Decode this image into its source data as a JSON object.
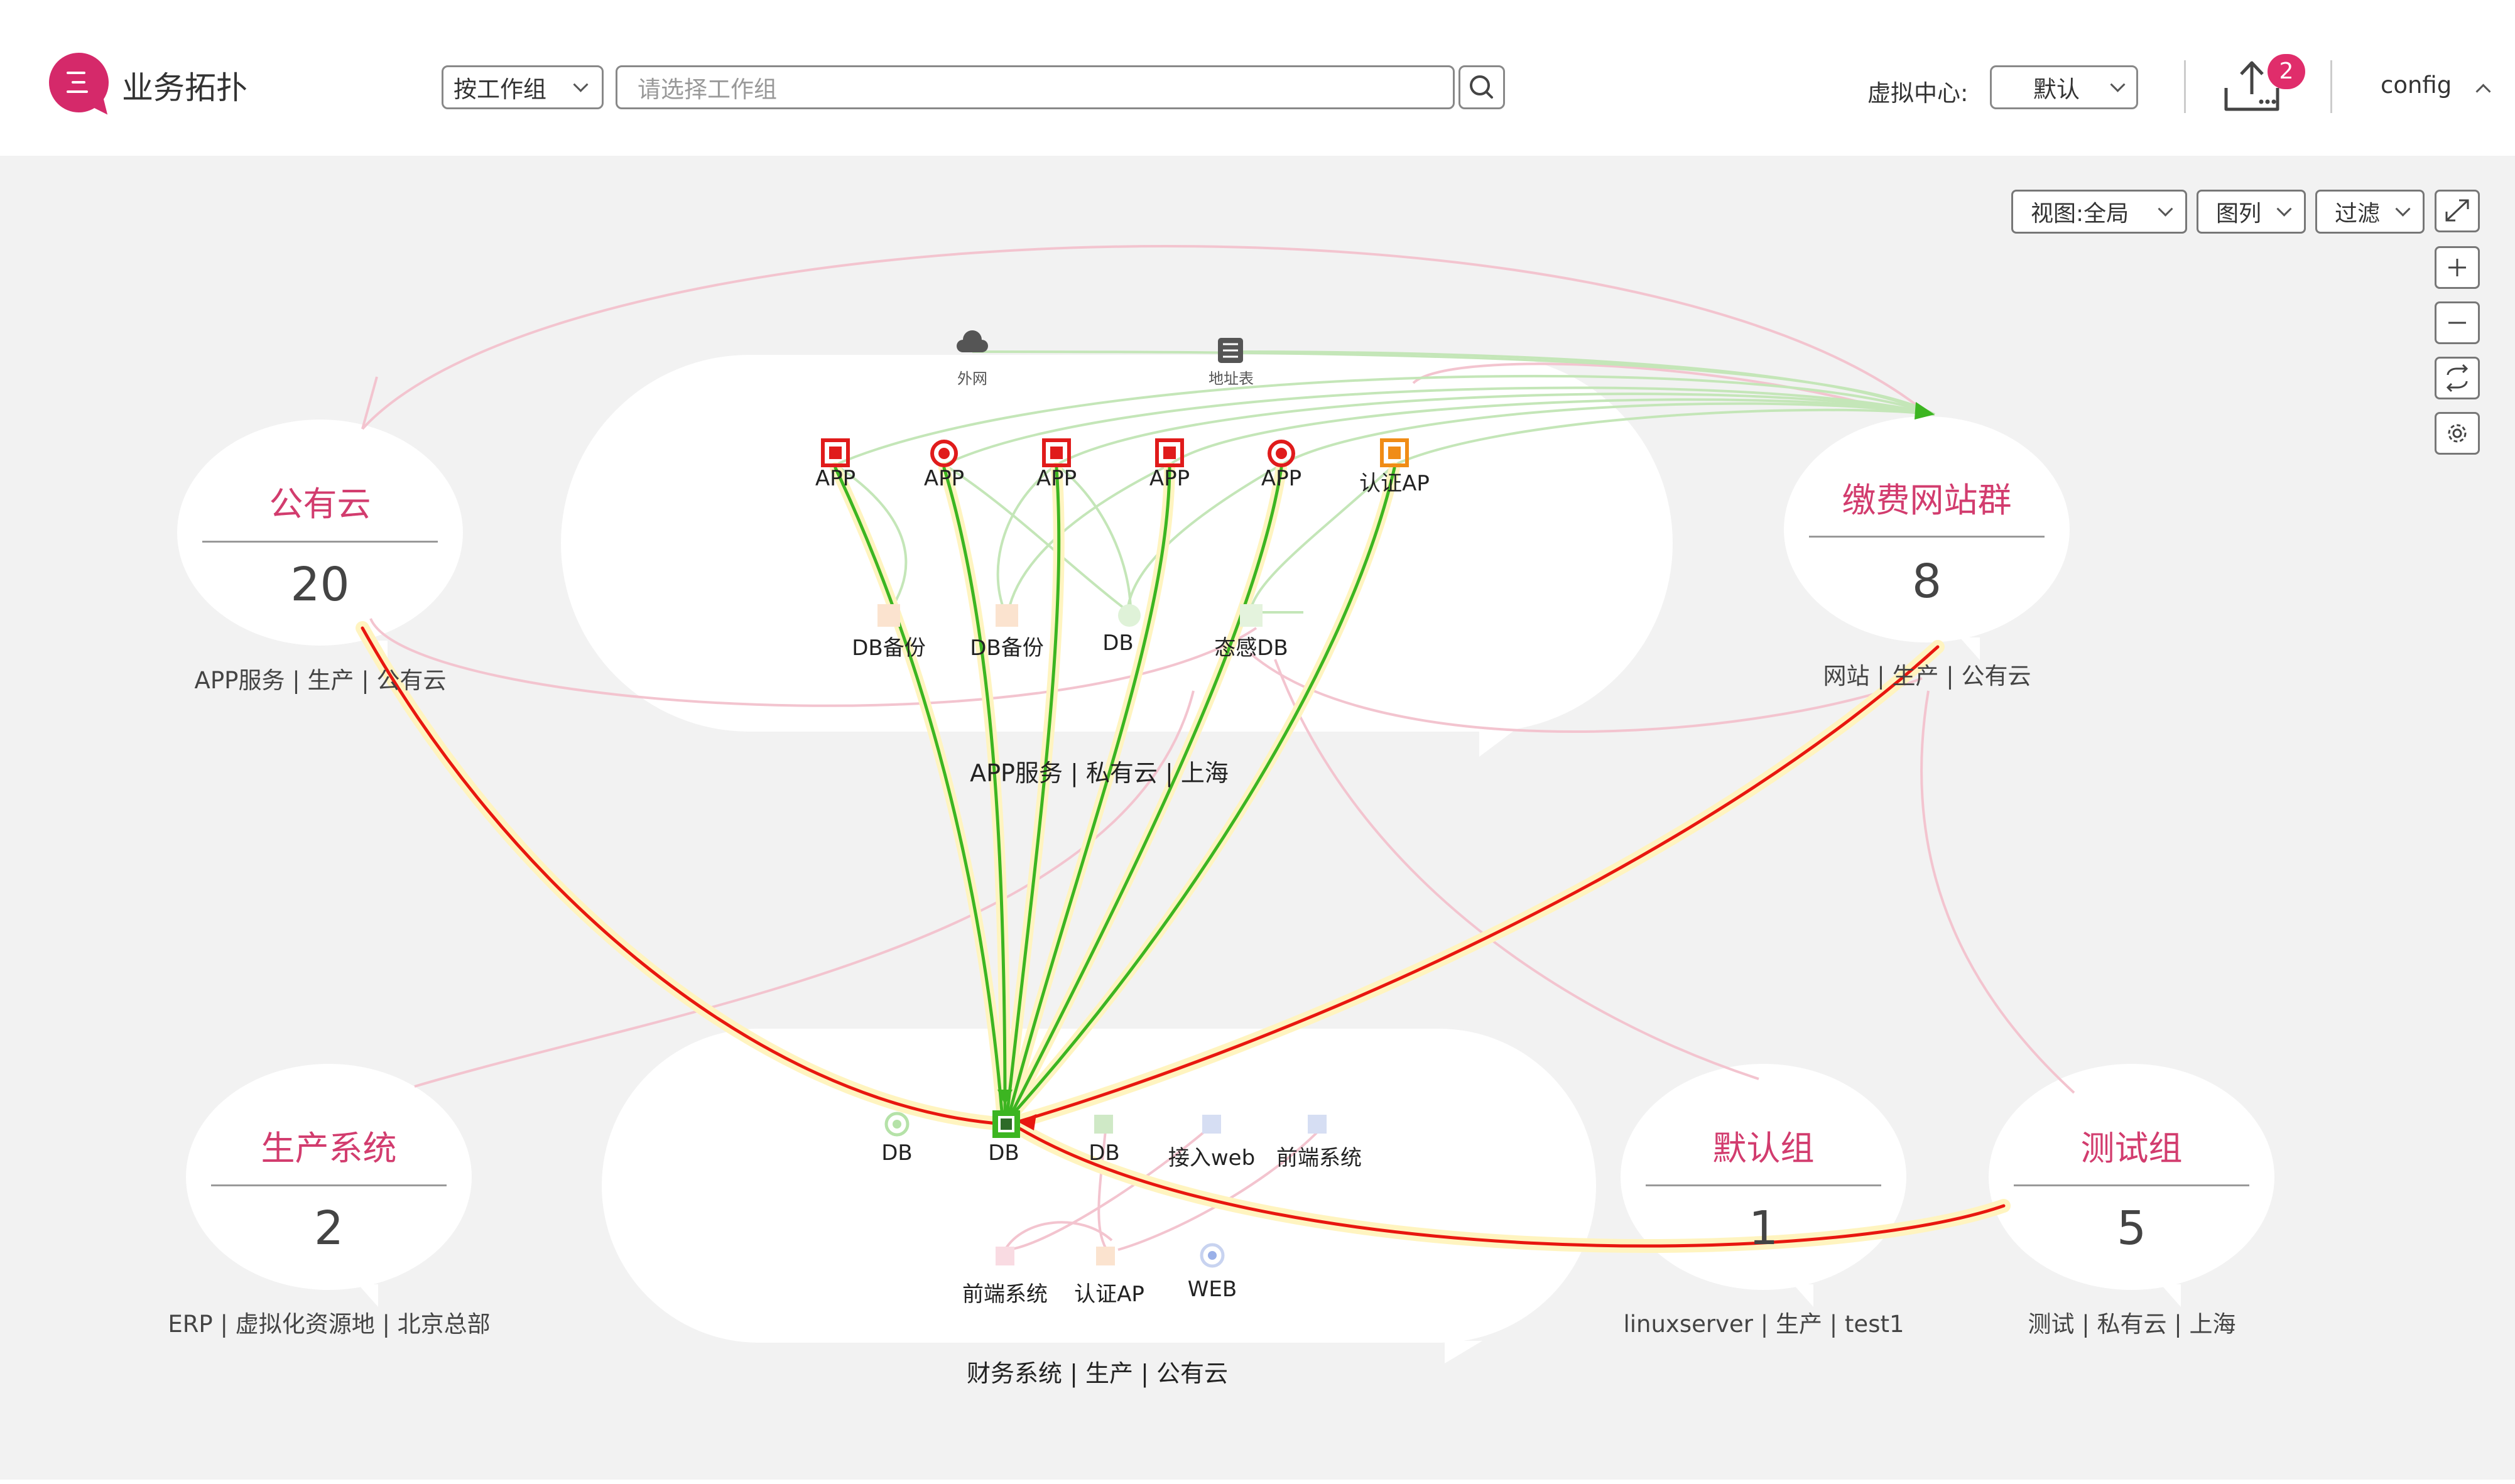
{
  "header": {
    "app_title": "业务拓扑",
    "group_mode_select": "按工作组",
    "search_placeholder": "请选择工作组",
    "virtual_center_label": "虚拟中心:",
    "virtual_center_value": "默认",
    "notification_count": "2",
    "user": "config"
  },
  "view_controls": {
    "view_select": "视图:全局",
    "legend_select": "图列",
    "filter_select": "过滤"
  },
  "bubbles": [
    {
      "title": "公有云",
      "count": "20",
      "subtitle": "APP服务 | 生产 | 公有云"
    },
    {
      "title": "缴费网站群",
      "count": "8",
      "subtitle": "网站 | 生产 | 公有云"
    },
    {
      "title": "生产系统",
      "count": "2",
      "subtitle": "ERP | 虚拟化资源地 | 北京总部"
    },
    {
      "title": "默认组",
      "count": "1",
      "subtitle": "linuxserver | 生产 | test1"
    },
    {
      "title": "测试组",
      "count": "5",
      "subtitle": "测试 | 私有云 | 上海"
    }
  ],
  "groups": [
    {
      "label": "APP服务 | 私有云 | 上海"
    },
    {
      "label": "财务系统 | 生产 | 公有云"
    }
  ],
  "top_group_nodes": {
    "external": [
      "外网",
      "地址表"
    ],
    "row1": [
      "APP",
      "APP",
      "APP",
      "APP",
      "APP",
      "认证AP"
    ],
    "row2": [
      "DB备份",
      "DB备份",
      "DB",
      "态感DB"
    ]
  },
  "bottom_group_nodes": {
    "row1": [
      "DB",
      "DB",
      "DB",
      "接入web",
      "前端系统"
    ],
    "row2": [
      "前端系统",
      "认证AP",
      "WEB"
    ]
  },
  "colors": {
    "accent": "#d5296a",
    "bubble_title": "#d23c6e",
    "link_green": "#3cb521",
    "link_red": "#e8170f",
    "link_faint_pink": "#f3c4cf",
    "link_faint_green": "#c4e6b8"
  }
}
